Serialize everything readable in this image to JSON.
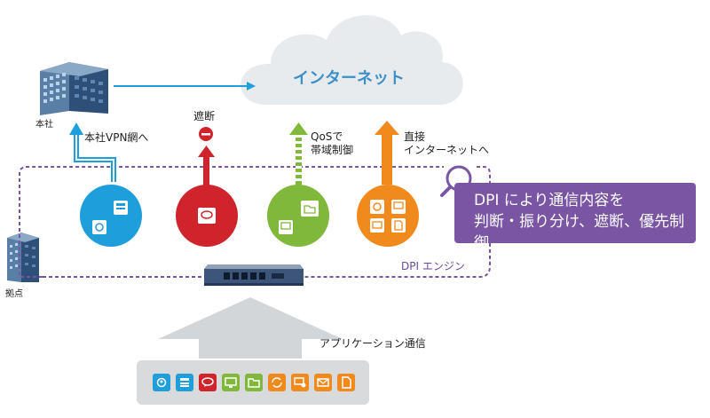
{
  "cloud": {
    "label": "インターネット"
  },
  "buildings": {
    "hq_label": "本社",
    "branch_label": "拠点"
  },
  "paths": {
    "vpn_label": "本社VPN網へ",
    "block_label": "遮断",
    "qos_label_line1": "QoSで",
    "qos_label_line2": "帯域制御",
    "direct_label_line1": "直接",
    "direct_label_line2": "インターネットへ"
  },
  "dpi": {
    "box_line1": "DPI により通信内容を",
    "box_line2": "判断・振り分け、遮断、優先制御",
    "engine_label": "DPI エンジン"
  },
  "applications": {
    "label": "アプリケーション通信"
  },
  "colors": {
    "blue": "#1e9fdc",
    "red": "#d0242c",
    "green": "#7fb83a",
    "orange": "#f08a1c",
    "purple": "#7a55a3",
    "cloud": "#e7ebee",
    "arrow_gray": "#cfd2d4"
  },
  "icons": [
    "user-icon",
    "list-icon",
    "chat-icon",
    "monitor-icon",
    "folder-icon",
    "sync-icon",
    "screen-share-icon",
    "mail-icon",
    "document-icon"
  ]
}
